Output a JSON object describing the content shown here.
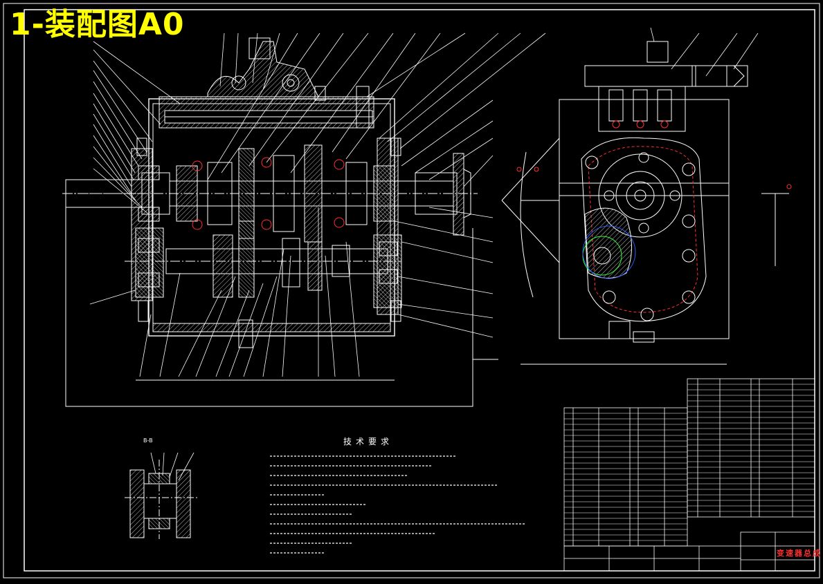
{
  "drawing": {
    "title_overlay": "1-装配图A0",
    "tech_requirements_title": "技术要求",
    "section_label": "B-B",
    "titleblock_name": "变速器总成"
  },
  "colors": {
    "background": "#000000",
    "line": "#ffffff",
    "title_overlay": "#ffff00",
    "hidden_red": "#ff3030",
    "accent_green": "#30ff30",
    "accent_blue": "#3060ff",
    "hatch": "#c8c8c8"
  }
}
